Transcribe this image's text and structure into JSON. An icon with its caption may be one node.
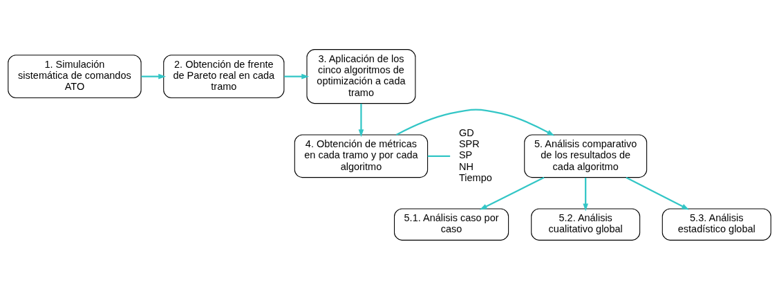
{
  "diagram": {
    "nodes": [
      {
        "text": [
          "1. Simulación sistemática de comandos ATO"
        ]
      },
      {
        "text": [
          "2. Obtención de frente de Pareto real en cada tramo"
        ]
      },
      {
        "text": [
          "3. Aplicación de los cinco algoritmos de optimización a cada tramo"
        ]
      },
      {
        "text": [
          "4. Obtención de métricas en cada tramo y por cada algoritmo"
        ]
      },
      {
        "text": [
          "5. Análisis comparativo de los resultados de cada algoritmo"
        ]
      },
      {
        "text": [
          "5.1. Análisis caso por caso"
        ]
      },
      {
        "text": [
          "5.2. Análisis cualitativo global"
        ]
      },
      {
        "text": [
          "5.3. Análisis estadístico global"
        ]
      },
      {
        "text": [
          "GD",
          "SPR",
          "SP",
          "NH",
          "Tiempo"
        ]
      }
    ],
    "edges": [
      {
        "from": 0,
        "to": 1,
        "arrow": "to"
      },
      {
        "from": 1,
        "to": 2,
        "arrow": "to"
      },
      {
        "from": 2,
        "to": 3,
        "arrow": "to"
      },
      {
        "from": 3,
        "to": 4,
        "arrow": "to"
      },
      {
        "from": 4,
        "to": 5,
        "arrow": "to"
      },
      {
        "from": 4,
        "to": 6,
        "arrow": "to"
      },
      {
        "from": 4,
        "to": 7,
        "arrow": "to"
      },
      {
        "from": 3,
        "to": 8,
        "arrow": "none"
      }
    ]
  }
}
